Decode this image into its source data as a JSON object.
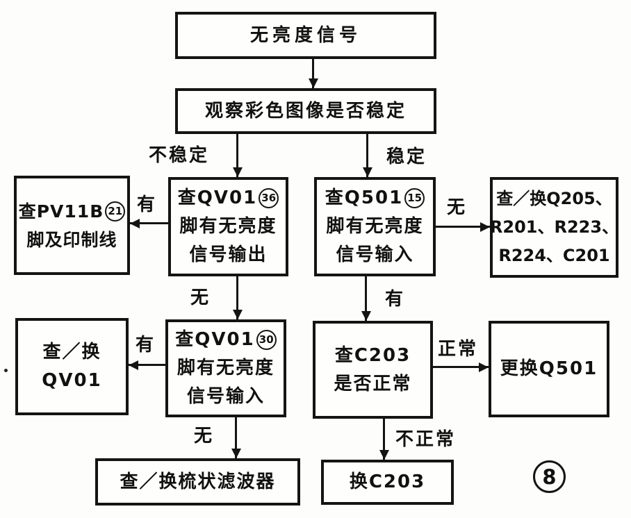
{
  "page": {
    "number": "8"
  },
  "nodes": {
    "start": {
      "line1": "无亮度信号"
    },
    "observe": {
      "line1": "观察彩色图像是否稳定"
    },
    "check_pv11b": {
      "line1": "查PV11B",
      "pin": "21",
      "line2": "脚及印制线"
    },
    "check_qv01_pin36": {
      "line1": "查QV01",
      "pin": "36",
      "line2": "脚有无亮度",
      "line3": "信号输出"
    },
    "check_q501_pin15": {
      "line1": "查Q501",
      "pin": "15",
      "line2": "脚有无亮度",
      "line3": "信号输入"
    },
    "check_replace_q205": {
      "line1": "查／换Q205、",
      "line2": "R201、R223、",
      "line3": "R224、C201"
    },
    "check_replace_qv01": {
      "line1": "查／换",
      "line2": "QV01"
    },
    "check_qv01_pin30": {
      "line1": "查QV01",
      "pin": "30",
      "line2": "脚有无亮度",
      "line3": "信号输入"
    },
    "check_c203": {
      "line1": "查C203",
      "line2": "是否正常"
    },
    "replace_q501": {
      "line1": "更换Q501"
    },
    "check_replace_comb_filter": {
      "line1": "查／换梳状滤波器"
    },
    "replace_c203": {
      "line1": "换C203"
    }
  },
  "labels": {
    "unstable": "不稳定",
    "stable": "稳定",
    "has_output_qv01_36": "有",
    "no_input_q501": "无",
    "no_output_qv01_36": "无",
    "has_input_q501": "有",
    "has_input_qv01_30": "有",
    "normal": "正常",
    "no_input_qv01_30": "无",
    "abnormal": "不正常"
  }
}
